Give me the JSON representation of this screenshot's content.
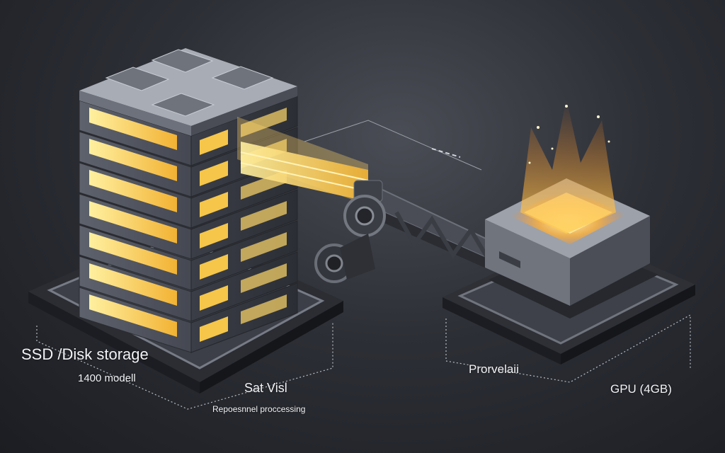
{
  "labels": {
    "storage_title": "SSD /Disk storage",
    "storage_sub": "1400 modell",
    "transfer_title": "Sat Visl",
    "transfer_sub": "Repoesnnel proccessing",
    "processor_title": "Prorvelaii",
    "gpu_title": "GPU (4GB)"
  },
  "colors": {
    "background": "#2d2f36",
    "glow": "#ffd24a",
    "metal": "#8a8f9a",
    "dark_metal": "#3a3d45"
  }
}
